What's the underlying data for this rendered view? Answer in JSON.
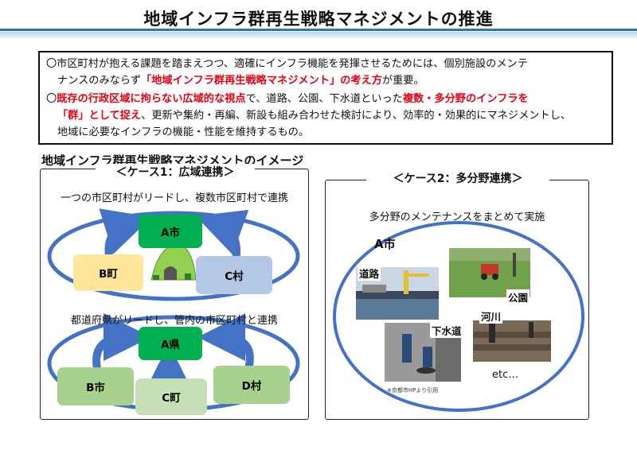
{
  "title": "地域インフラ群再生戦略マネジメントの推進",
  "summary": {
    "p1_a": "〇市区町村が抱える課題を踏まえつつ、適確にインフラ機能を発揮させるためには、個別施設のメンテ",
    "p1_b": "ナンスのみならず",
    "p1_red": "「地域インフラ群再生戦略マネジメント」の考え方",
    "p1_c": "が重要。",
    "p2_a": "〇",
    "p2_red1": "既存の行政区域に拘らない広域的な視点",
    "p2_b": "で、道路、公園、下水道といった",
    "p2_red2": "複数・多分野のインフラを",
    "p2_red3": "「群」として捉え",
    "p2_c": "、更新や集約・再編、新設も組み合わせた検討により、効率的・効果的にマネジメントし、",
    "p2_d": "地域に必要なインフラの機能・性能を維持するもの。"
  },
  "section_title": "地域インフラ群再生戦略マネジメントのイメージ",
  "case1": {
    "heading": "＜ケース1：広域連携＞",
    "caption1": "一つの市区町村がリードし、複数市区町村で連携",
    "nodes1": {
      "top": "A市",
      "left": "B町",
      "right": "C村"
    },
    "caption2": "都道府県がリードし、管内の市区町村と連携",
    "nodes2": {
      "top": "A県",
      "left": "B市",
      "center": "C町",
      "right": "D村"
    }
  },
  "case2": {
    "heading": "＜ケース2：多分野連携＞",
    "caption": "多分野のメンテナンスをまとめて実施",
    "city": "A市",
    "labels": {
      "road": "道路",
      "park": "公園",
      "river": "河川",
      "sewer": "下水道"
    },
    "etc": "etc…",
    "credit": "※京都市HPより引用"
  },
  "colors": {
    "green": "#00b050",
    "yellow": "#ffe699",
    "blue": "#b4c7e7",
    "light_green": "#a9d18e",
    "arrow": "#4472c4",
    "red": "#e60012"
  }
}
